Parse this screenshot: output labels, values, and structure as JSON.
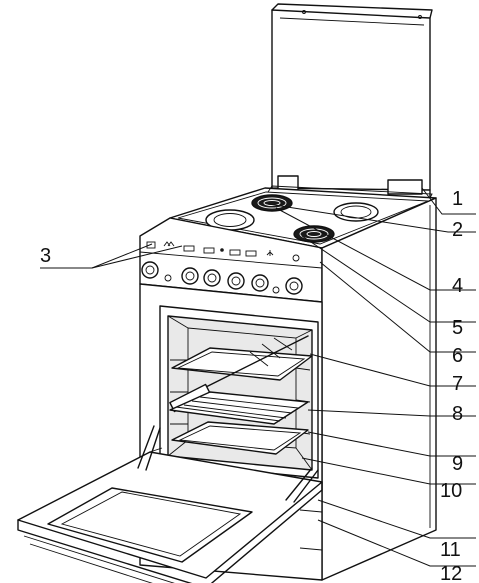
{
  "callouts": [
    {
      "id": "1",
      "label": "1"
    },
    {
      "id": "2",
      "label": "2"
    },
    {
      "id": "3",
      "label": "3"
    },
    {
      "id": "4",
      "label": "4"
    },
    {
      "id": "5",
      "label": "5"
    },
    {
      "id": "6",
      "label": "6"
    },
    {
      "id": "7",
      "label": "7"
    },
    {
      "id": "8",
      "label": "8"
    },
    {
      "id": "9",
      "label": "9"
    },
    {
      "id": "10",
      "label": "10"
    },
    {
      "id": "11",
      "label": "11"
    },
    {
      "id": "12",
      "label": "12"
    }
  ],
  "icons": [
    "knob-icon",
    "hotplate-icon",
    "grill-rod-icon",
    "tray-icon",
    "rack-icon"
  ]
}
